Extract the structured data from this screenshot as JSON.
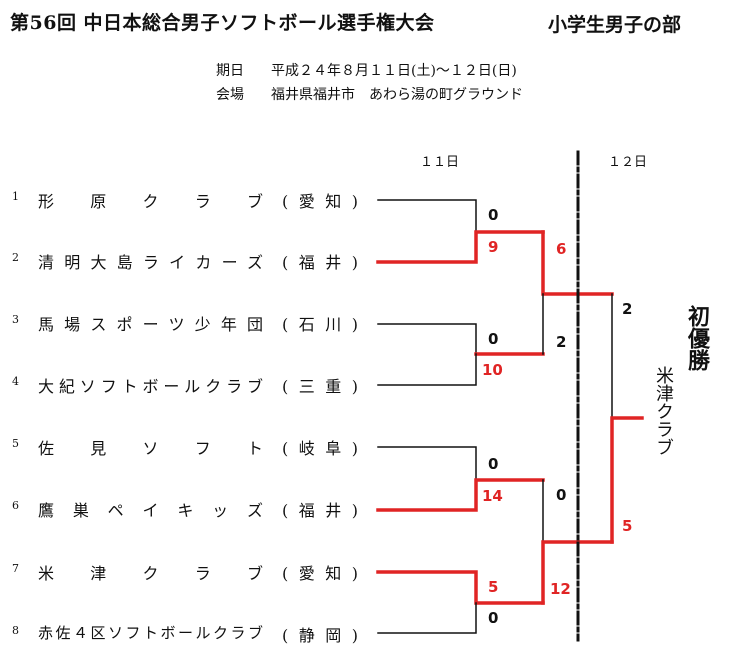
{
  "header": {
    "title": "第56回 中日本総合男子ソフトボール選手権大会",
    "division": "小学生男子の部",
    "date_label": "期日",
    "date_value": "平成２４年８月１１日(土)〜１２日(日)",
    "venue_label": "会場",
    "venue_value": "福井県福井市　あわら湯の町グラウンド"
  },
  "days": [
    "１１日",
    "１２日"
  ],
  "teams": [
    {
      "num": "1",
      "name": "形　原　ク　ラ　ブ",
      "pref": "(愛知)"
    },
    {
      "num": "2",
      "name": "清明大島ライカーズ",
      "pref": "(福井)"
    },
    {
      "num": "3",
      "name": "馬場スポーツ少年団",
      "pref": "(石川)"
    },
    {
      "num": "4",
      "name": "大紀ソフトボールクラブ",
      "pref": "(三重)"
    },
    {
      "num": "5",
      "name": "佐　見　ソ　フ　ト",
      "pref": "(岐阜)"
    },
    {
      "num": "6",
      "name": "鷹　巣　ペ　イ　キ　ッ　ズ",
      "pref": "(福井)"
    },
    {
      "num": "7",
      "name": "米　津　ク　ラ　ブ",
      "pref": "(愛知)"
    },
    {
      "num": "8",
      "name": "赤佐４区ソフトボールクラブ",
      "pref": "(静岡)"
    }
  ],
  "scores": {
    "r1_m1_top": "0",
    "r1_m1_bottom": "9",
    "r1_m2_top": "0",
    "r1_m2_bottom": "10",
    "r1_m3_top": "0",
    "r1_m3_bottom": "14",
    "r1_m4_top": "5",
    "r1_m4_bottom": "0",
    "sf1_top": "6",
    "sf1_bottom": "2",
    "sf2_top": "0",
    "sf2_bottom": "12",
    "final_top": "2",
    "final_bottom": "5"
  },
  "champion": {
    "label": "初優勝",
    "team": "米津クラブ"
  },
  "colors": {
    "winner_line": "#e02424",
    "loser_line": "#111111"
  }
}
